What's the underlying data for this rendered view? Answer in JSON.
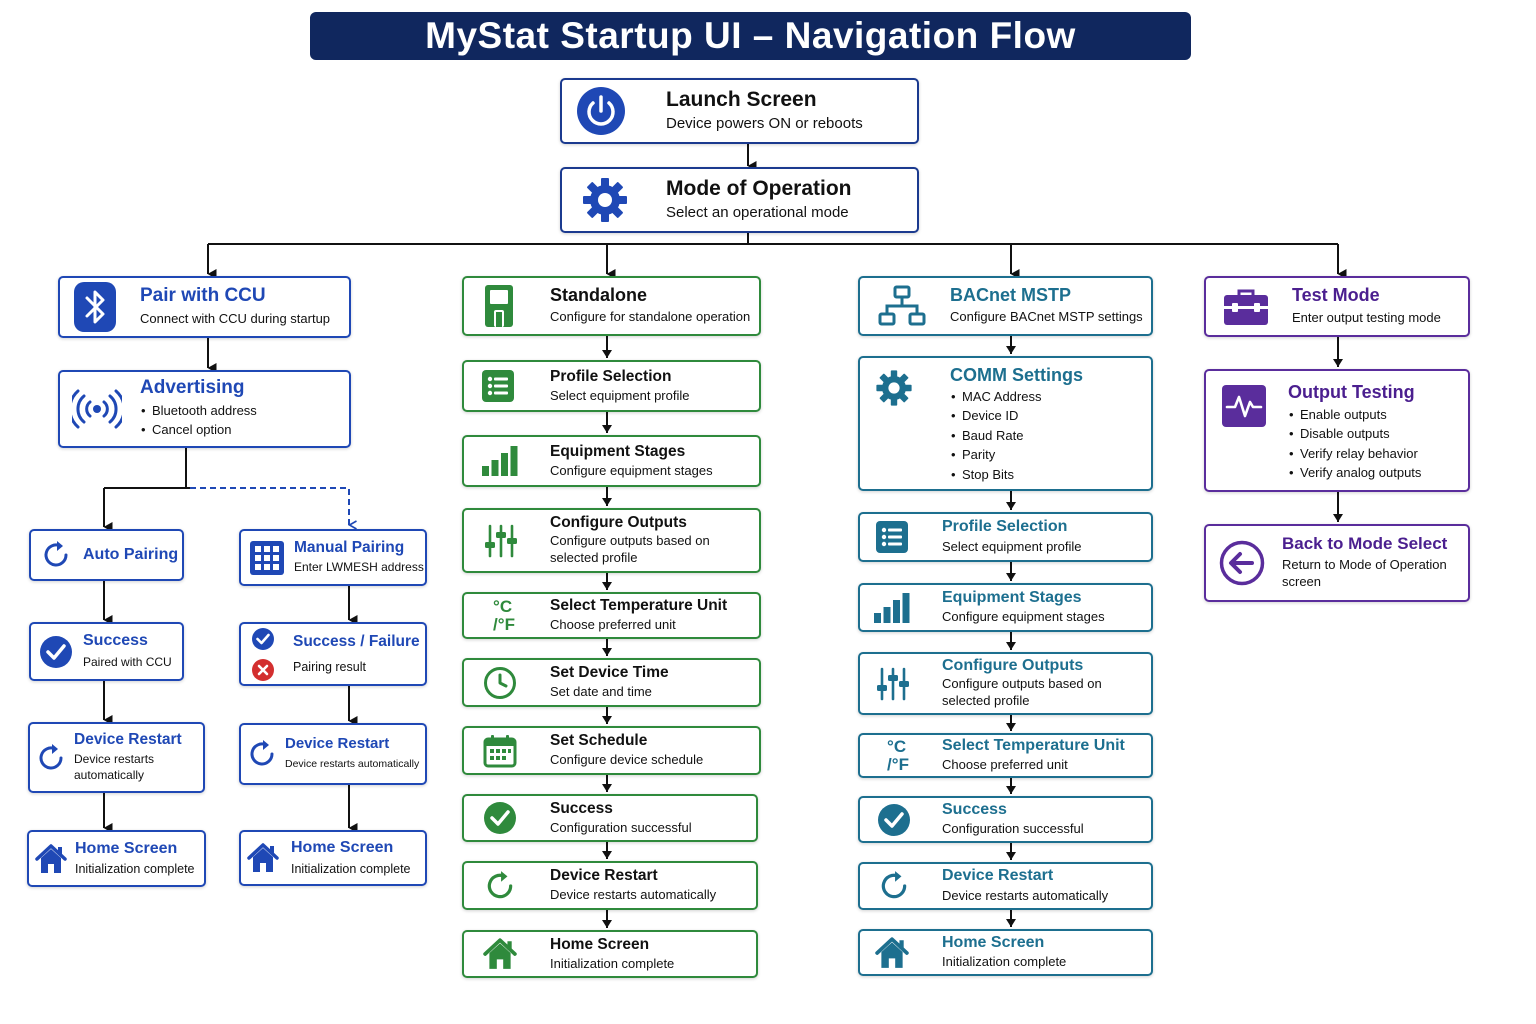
{
  "title": "MyStat Startup UI – Navigation Flow",
  "colors": {
    "navy": "#10275e",
    "blue": "#1f48b5",
    "green": "#2f8a3c",
    "teal": "#1d6f8f",
    "purple": "#5a2d9c",
    "error": "#d32f2f"
  },
  "nodes": {
    "launch": {
      "title": "Launch Screen",
      "sub": "Device powers ON or reboots",
      "icon": "power-icon"
    },
    "mode": {
      "title": "Mode of Operation",
      "sub": "Select an operational mode",
      "icon": "gear-icon"
    },
    "pair": {
      "title": "Pair with CCU",
      "sub": "Connect with CCU during startup",
      "icon": "bluetooth-icon"
    },
    "advertising": {
      "title": "Advertising",
      "items": [
        "Bluetooth address",
        "Cancel option"
      ],
      "icon": "broadcast-icon"
    },
    "auto": {
      "title": "Auto Pairing",
      "icon": "refresh-icon"
    },
    "manual": {
      "title": "Manual Pairing",
      "sub": "Enter LWMESH address",
      "icon": "keypad-icon"
    },
    "success_l": {
      "title": "Success",
      "sub": "Paired with CCU",
      "icon": "check-circle-icon"
    },
    "success_fail": {
      "title": "Success / Failure",
      "sub": "Pairing result",
      "icon": "check-circle-icon",
      "icon2": "x-circle-icon"
    },
    "restart_l": {
      "title": "Device Restart",
      "sub": "Device restarts automatically",
      "icon": "restart-icon"
    },
    "restart_m": {
      "title": "Device Restart",
      "sub": "Device restarts automatically",
      "icon": "restart-icon"
    },
    "home_l": {
      "title": "Home Screen",
      "sub": "Initialization complete",
      "icon": "home-icon"
    },
    "home_m": {
      "title": "Home Screen",
      "sub": "Initialization complete",
      "icon": "home-icon"
    },
    "standalone": {
      "title": "Standalone",
      "sub": "Configure for standalone operation",
      "icon": "device-icon"
    },
    "profile_s": {
      "title": "Profile Selection",
      "sub": "Select equipment profile",
      "icon": "list-icon"
    },
    "stages_s": {
      "title": "Equipment Stages",
      "sub": "Configure equipment stages",
      "icon": "bars-icon"
    },
    "outputs_s": {
      "title": "Configure Outputs",
      "sub": "Configure outputs based on selected profile",
      "icon": "sliders-icon"
    },
    "temp_s": {
      "title": "Select Temperature Unit",
      "sub": "Choose preferred unit",
      "icon": "temp-unit-icon",
      "glyph": "°C\n/°F"
    },
    "time_s": {
      "title": "Set Device Time",
      "sub": "Set date and time",
      "icon": "clock-icon"
    },
    "schedule_s": {
      "title": "Set Schedule",
      "sub": "Configure device schedule",
      "icon": "calendar-icon"
    },
    "success_s": {
      "title": "Success",
      "sub": "Configuration successful",
      "icon": "check-circle-icon"
    },
    "restart_s": {
      "title": "Device Restart",
      "sub": "Device restarts automatically",
      "icon": "restart-icon"
    },
    "home_s": {
      "title": "Home Screen",
      "sub": "Initialization complete",
      "icon": "home-icon"
    },
    "bacnet": {
      "title": "BACnet MSTP",
      "sub": "Configure BACnet MSTP settings",
      "icon": "network-icon"
    },
    "comm": {
      "title": "COMM Settings",
      "items": [
        "MAC Address",
        "Device ID",
        "Baud Rate",
        "Parity",
        "Stop Bits"
      ],
      "icon": "gear-icon"
    },
    "profile_b": {
      "title": "Profile Selection",
      "sub": "Select equipment profile",
      "icon": "list-icon"
    },
    "stages_b": {
      "title": "Equipment Stages",
      "sub": "Configure equipment stages",
      "icon": "bars-icon"
    },
    "outputs_b": {
      "title": "Configure Outputs",
      "sub": "Configure outputs based on selected profile",
      "icon": "sliders-icon"
    },
    "temp_b": {
      "title": "Select Temperature Unit",
      "sub": "Choose preferred unit",
      "icon": "temp-unit-icon",
      "glyph": "°C\n/°F"
    },
    "success_b": {
      "title": "Success",
      "sub": "Configuration successful",
      "icon": "check-circle-icon"
    },
    "restart_b": {
      "title": "Device Restart",
      "sub": "Device restarts automatically",
      "icon": "restart-icon"
    },
    "home_b": {
      "title": "Home Screen",
      "sub": "Initialization complete",
      "icon": "home-icon"
    },
    "test": {
      "title": "Test Mode",
      "sub": "Enter output testing mode",
      "icon": "toolbox-icon"
    },
    "output_testing": {
      "title": "Output Testing",
      "items": [
        "Enable outputs",
        "Disable outputs",
        "Verify relay behavior",
        "Verify analog outputs"
      ],
      "icon": "pulse-icon"
    },
    "back": {
      "title": "Back to Mode Select",
      "sub": "Return to Mode of Operation screen",
      "icon": "back-arrow-icon"
    }
  }
}
